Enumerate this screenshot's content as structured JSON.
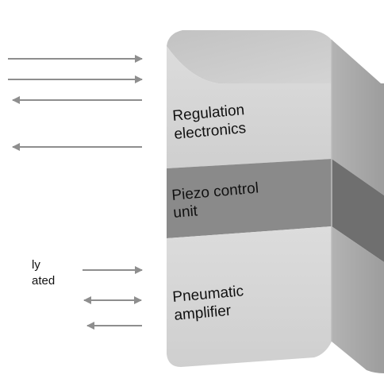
{
  "diagram": {
    "sections": [
      {
        "id": "regulation",
        "label_lines": [
          "Regulation",
          "electronics"
        ]
      },
      {
        "id": "piezo",
        "label_lines": [
          "Piezo control",
          "unit"
        ]
      },
      {
        "id": "pneumatic",
        "label_lines": [
          "Pneumatic",
          "amplifier"
        ]
      }
    ],
    "left_labels": [
      {
        "id": "cut-ly",
        "text": "ly"
      },
      {
        "id": "cut-ated",
        "text": "ated"
      }
    ],
    "arrows": [
      {
        "id": "arrow-1",
        "direction": "right"
      },
      {
        "id": "arrow-2",
        "direction": "right"
      },
      {
        "id": "arrow-3",
        "direction": "left"
      },
      {
        "id": "arrow-4",
        "direction": "left"
      },
      {
        "id": "arrow-5",
        "direction": "right"
      },
      {
        "id": "arrow-6",
        "direction": "both"
      },
      {
        "id": "arrow-7",
        "direction": "left"
      }
    ],
    "colors": {
      "arrow": "#8e8e8e",
      "light_front": "#d6d6d6",
      "light_top": "#cfcfcf",
      "light_side": "#a9a9a9",
      "band_front": "#8a8a8a",
      "band_side": "#6f6f6f",
      "text": "#111111"
    }
  }
}
